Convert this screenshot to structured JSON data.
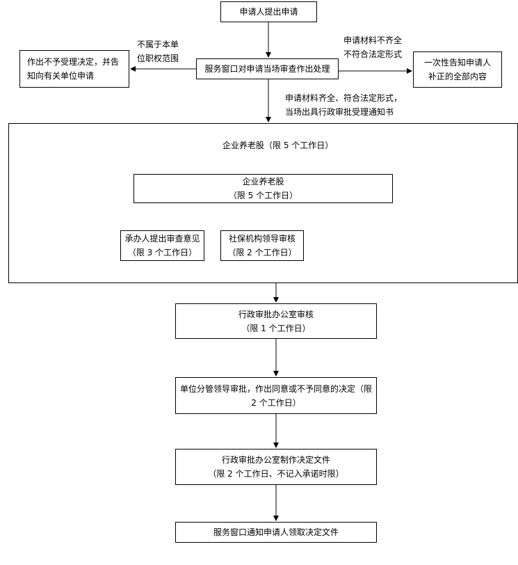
{
  "nodes": {
    "apply": "申请人提出申请",
    "window_review": "服务窗口对申请当场审查作出处理",
    "reject": [
      "作出不予受理决定，并告",
      "知向有关单位申请"
    ],
    "notify_supplement": [
      "一次性告知申请人",
      "补正的全部内容"
    ],
    "enterprise_section_title": "企业养老股（限 5 个工作日）",
    "enterprise_inner": [
      "企业养老股",
      "（限 5 个工作日）"
    ],
    "handler_opinion": [
      "承办人提出审查意见",
      "（限 3 个工作日）"
    ],
    "social_security_review": [
      "社保机构领导审核",
      "（限 2 个工作日）"
    ],
    "admin_office_review": [
      "行政审批办公室审核",
      "（限 1 个工作日）"
    ],
    "leader_approval": [
      "单位分管领导审批，作出同意或不予同意的决定（限",
      "2 个工作日）"
    ],
    "make_decision_doc": [
      "行政审批办公室制作决定文件",
      "（限 2 个工作日、不记入承诺时限）"
    ],
    "notify_collect": "服务窗口通知申请人领取决定文件"
  },
  "edge_labels": {
    "not_in_scope": [
      "不属于本单",
      "位职权范围"
    ],
    "incomplete": [
      "申请材料不齐全",
      "不符合法定形式"
    ],
    "complete": [
      "申请材料齐全、符合法定形式，",
      "当场出具行政审批受理通知书"
    ]
  }
}
